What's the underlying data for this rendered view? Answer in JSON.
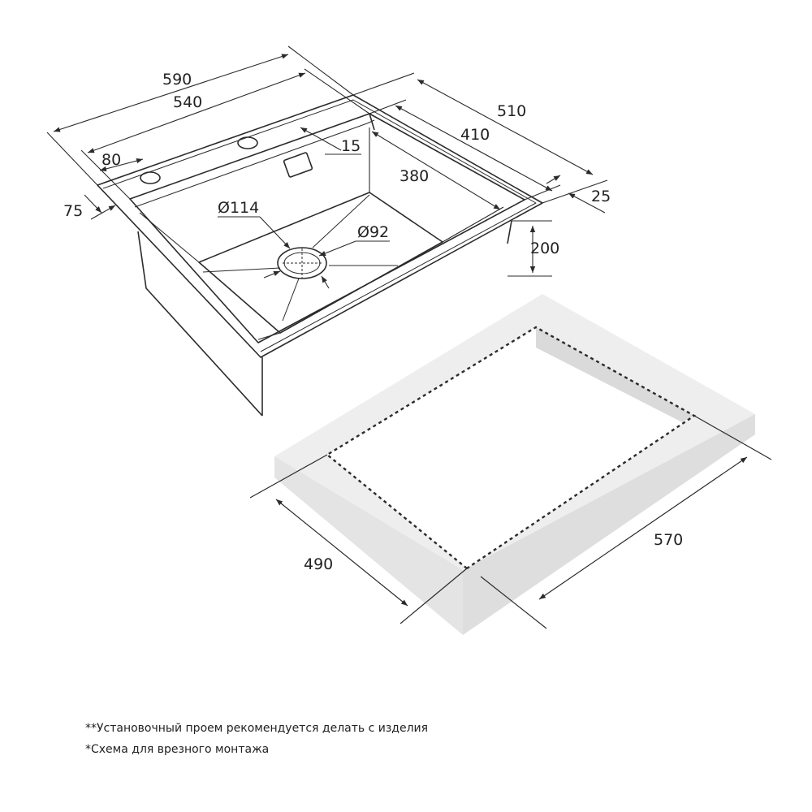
{
  "dimensions": {
    "overall_width": "590",
    "bowl_top_width": "540",
    "tap_hole_offset": "80",
    "edge_75": "75",
    "overall_depth": "510",
    "bowl_depth": "410",
    "bowl_bottom": "380",
    "rim_15": "15",
    "rim_25": "25",
    "height": "200",
    "drain_outer": "Ø114",
    "drain_inner": "Ø92",
    "cutout_depth": "490",
    "cutout_width": "570"
  },
  "notes": {
    "cutout_note": "**Установочный проем рекомендуется делать с изделия",
    "mount_note": "*Схема для врезного монтажа"
  },
  "colors": {
    "line": "#2b2b2b",
    "countertop": "#eeeeee",
    "countertop_side": "#e2e2e2",
    "countertop_inner": "#d8d8d8"
  }
}
